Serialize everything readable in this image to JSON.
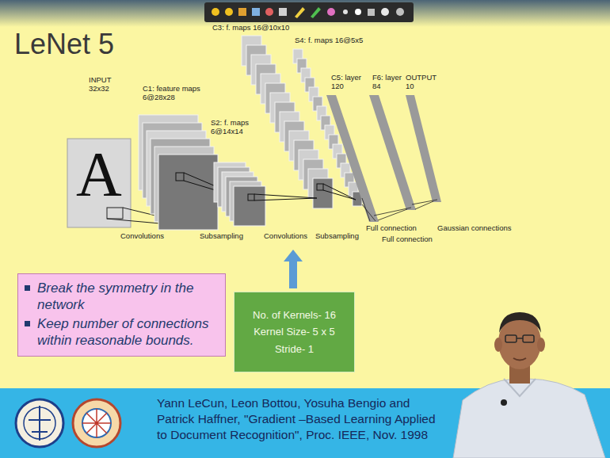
{
  "diagram": {
    "title": "LeNet 5",
    "nodes": [
      {
        "text": [
          "Break the symmetry in the network",
          "Keep number of connections within reasonable bounds."
        ]
      },
      {
        "text": [
          "No. of Kernels- 16",
          "Kernel Size- 5 x 5",
          "Stride- 1"
        ]
      },
      {
        "text": [
          "Yann LeCun, Leon Bottou, Yosuha Bengio and Patrick Haffner, \"Gradient –Based Learning Applied to Document Recognition\", Proc. IEEE, Nov. 1998"
        ]
      }
    ],
    "labels": [
      "INPUT 32x32",
      "C1: feature maps 6@28x28",
      "C3: f. maps 16@10x10",
      "S4: f. maps 16@5x5",
      "S2: f. maps 6@14x14",
      "C5: layer 120",
      "F6: layer 84",
      "OUTPUT 10",
      "A",
      "Convolutions",
      "Subsampling",
      "Convolutions",
      "Subsampling",
      "Full connection",
      "Full connection",
      "Gaussian connections"
    ]
  }
}
